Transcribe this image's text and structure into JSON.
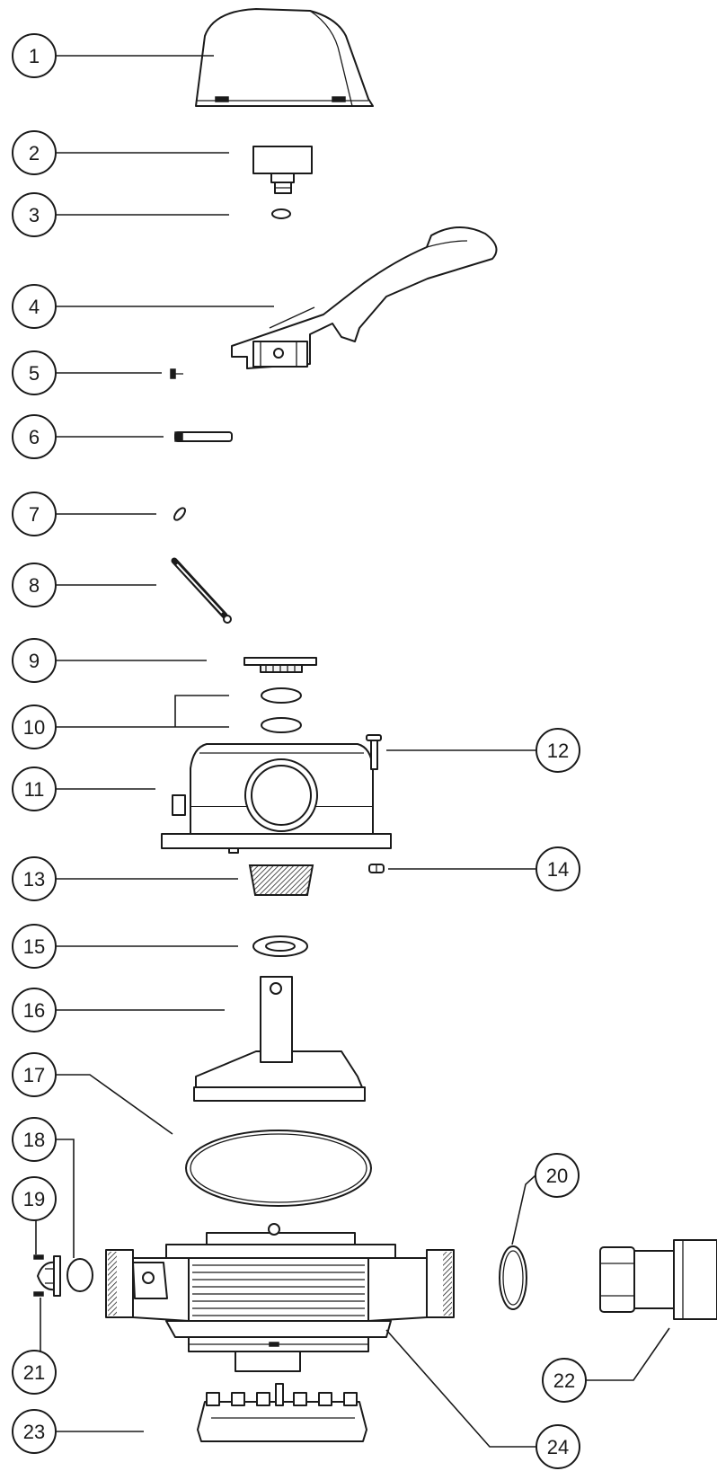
{
  "callouts": [
    {
      "id": "1",
      "label": "1"
    },
    {
      "id": "2",
      "label": "2"
    },
    {
      "id": "3",
      "label": "3"
    },
    {
      "id": "4",
      "label": "4"
    },
    {
      "id": "5",
      "label": "5"
    },
    {
      "id": "6",
      "label": "6"
    },
    {
      "id": "7",
      "label": "7"
    },
    {
      "id": "8",
      "label": "8"
    },
    {
      "id": "9",
      "label": "9"
    },
    {
      "id": "10",
      "label": "10"
    },
    {
      "id": "11",
      "label": "11"
    },
    {
      "id": "12",
      "label": "12"
    },
    {
      "id": "13",
      "label": "13"
    },
    {
      "id": "14",
      "label": "14"
    },
    {
      "id": "15",
      "label": "15"
    },
    {
      "id": "16",
      "label": "16"
    },
    {
      "id": "17",
      "label": "17"
    },
    {
      "id": "18",
      "label": "18"
    },
    {
      "id": "19",
      "label": "19"
    },
    {
      "id": "20",
      "label": "20"
    },
    {
      "id": "21",
      "label": "21"
    },
    {
      "id": "22",
      "label": "22"
    },
    {
      "id": "23",
      "label": "23"
    },
    {
      "id": "24",
      "label": "24"
    }
  ]
}
